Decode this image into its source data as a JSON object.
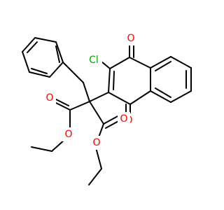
{
  "atoms": {
    "cl_label": "Cl",
    "o_top_label": "O",
    "o_mid_label": "O",
    "o_ester1_carbonyl_label": "O",
    "o_ester1_ether_label": "O",
    "o_ester2_carbonyl_label": "O",
    "o_ester2_ether_label": "O"
  },
  "colors": {
    "bond": "#000000",
    "oxygen": "#ff0000",
    "chlorine": "#00aa00",
    "background": "#ffffff"
  }
}
